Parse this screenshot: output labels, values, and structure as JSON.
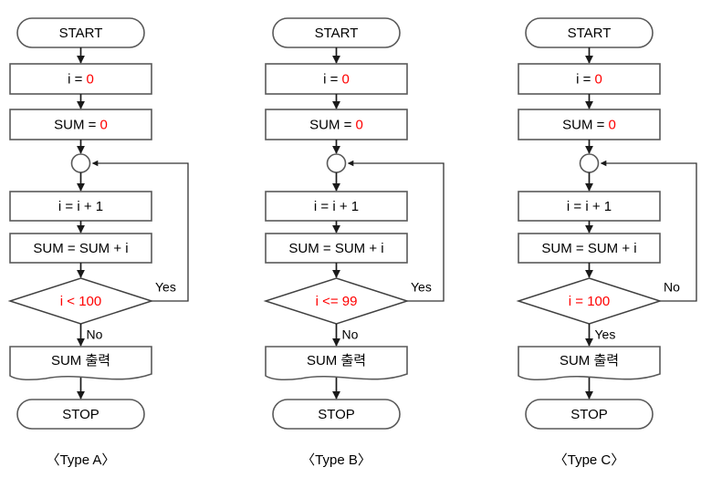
{
  "diagram": {
    "title_hidden": "",
    "colors": {
      "background": "#ffffff",
      "shape_border": "#595959",
      "line": "#1a1a1a",
      "text": "#000000",
      "highlight_red": "#ff0000"
    },
    "columns": [
      {
        "id": "type-a",
        "caption": "〈Type A〉",
        "nodes": {
          "start": "START",
          "init_i": {
            "prefix": "i = ",
            "value": "0"
          },
          "init_sum": {
            "prefix": "SUM = ",
            "value": "0"
          },
          "connector": "",
          "increment": "i = i + 1",
          "accumulate": "SUM = SUM + i",
          "decision": {
            "prefix": "",
            "value": "i < 100"
          },
          "output": "SUM 출력",
          "stop": "STOP"
        },
        "branches": {
          "loop_label": "Yes",
          "exit_label": "No",
          "loop_side": "right",
          "exit_side": "bottom"
        }
      },
      {
        "id": "type-b",
        "caption": "〈Type B〉",
        "nodes": {
          "start": "START",
          "init_i": {
            "prefix": "i = ",
            "value": "0"
          },
          "init_sum": {
            "prefix": "SUM = ",
            "value": "0"
          },
          "connector": "",
          "increment": "i = i + 1",
          "accumulate": "SUM = SUM + i",
          "decision": {
            "prefix": "",
            "value": "i <= 99"
          },
          "output": "SUM 출력",
          "stop": "STOP"
        },
        "branches": {
          "loop_label": "Yes",
          "exit_label": "No",
          "loop_side": "right",
          "exit_side": "bottom"
        }
      },
      {
        "id": "type-c",
        "caption": "〈Type C〉",
        "nodes": {
          "start": "START",
          "init_i": {
            "prefix": "i = ",
            "value": "0"
          },
          "init_sum": {
            "prefix": "SUM = ",
            "value": "0"
          },
          "connector": "",
          "increment": "i = i + 1",
          "accumulate": "SUM = SUM + i",
          "decision": {
            "prefix": "",
            "value": "i = 100"
          },
          "output": "SUM 출력",
          "stop": "STOP"
        },
        "branches": {
          "loop_label": "No",
          "exit_label": "Yes",
          "loop_side": "right",
          "exit_side": "bottom"
        }
      }
    ]
  }
}
